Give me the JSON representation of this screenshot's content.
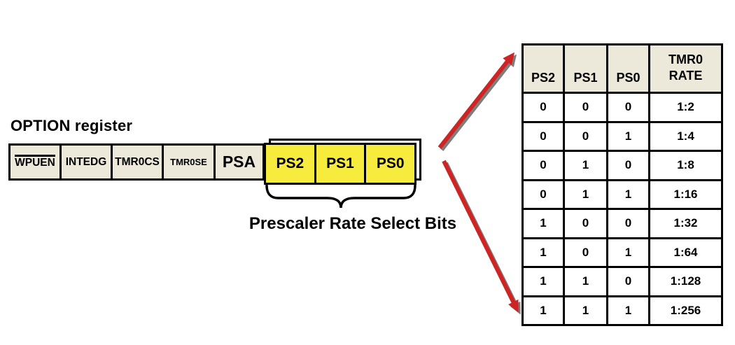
{
  "register_diagram": {
    "title": "OPTION register",
    "cells": [
      {
        "label": "WPUEN",
        "overline": true
      },
      {
        "label": "INTEDG",
        "overline": false
      },
      {
        "label": "TMR0CS",
        "overline": false
      },
      {
        "label": "TMR0SE",
        "overline": false
      },
      {
        "label": "PSA",
        "overline": false
      }
    ],
    "prescaler_bits": [
      "PS2",
      "PS1",
      "PS0"
    ],
    "caption": "Prescaler Rate Select Bits"
  },
  "colors": {
    "cell_bg": "#ECE9DB",
    "highlight_yellow": "#F7EC3E",
    "arrow_red": "#CE2424",
    "arrow_shadow_gray": "#7D7D7D",
    "border_black": "#000000"
  },
  "chart_data": {
    "type": "table",
    "columns": [
      "PS2",
      "PS1",
      "PS0",
      "TMR0\nRATE"
    ],
    "rows": [
      [
        "0",
        "0",
        "0",
        "1:2"
      ],
      [
        "0",
        "0",
        "1",
        "1:4"
      ],
      [
        "0",
        "1",
        "0",
        "1:8"
      ],
      [
        "0",
        "1",
        "1",
        "1:16"
      ],
      [
        "1",
        "0",
        "0",
        "1:32"
      ],
      [
        "1",
        "0",
        "1",
        "1:64"
      ],
      [
        "1",
        "1",
        "0",
        "1:128"
      ],
      [
        "1",
        "1",
        "1",
        "1:256"
      ]
    ]
  }
}
